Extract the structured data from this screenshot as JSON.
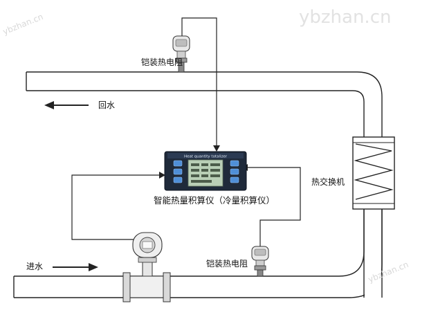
{
  "labels": {
    "sensor_top": "铠装热电阻",
    "return_water": "回水",
    "calculator": "智能热量积算仪（冷量积算仪）",
    "heat_exchanger": "热交换机",
    "inlet_water": "进水",
    "sensor_bottom": "铠装热电阻"
  },
  "device": {
    "header_text": "Heat quantity totalizer"
  },
  "watermarks": {
    "top_left": "ybzhan.cn",
    "top_right": "ybzhan.cn",
    "bottom_right": "ybzhan.cn"
  },
  "colors": {
    "pipe_stroke": "#222222",
    "pipe_fill": "#ffffff",
    "device_body": "#1f2a3a",
    "device_screen": "#b9cfb6",
    "device_buttons": "#4f8fd8",
    "flowmeter_flange": "#d9d9d9"
  }
}
